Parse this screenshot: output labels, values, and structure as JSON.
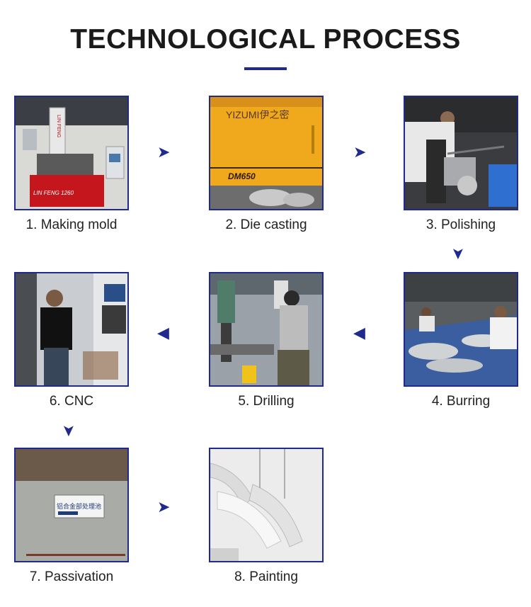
{
  "title": "TECHNOLOGICAL PROCESS",
  "colors": {
    "accent": "#1f2a8c",
    "photo_border": "#1f2a8c"
  },
  "arrow_glyphs": {
    "right": "➤",
    "left": "◀",
    "down": "➤"
  },
  "steps": [
    {
      "label": "1. Making mold",
      "photo_text": "LIN FENG",
      "photo_subtext": "LIN FENG 1260"
    },
    {
      "label": "2. Die casting",
      "photo_text": "YIZUMI伊之密",
      "photo_subtext": "DM650"
    },
    {
      "label": "3. Polishing"
    },
    {
      "label": "4. Burring"
    },
    {
      "label": "5. Drilling"
    },
    {
      "label": "6. CNC"
    },
    {
      "label": "7. Passivation",
      "photo_text": "铝合金部处理池"
    },
    {
      "label": "8. Painting"
    }
  ]
}
